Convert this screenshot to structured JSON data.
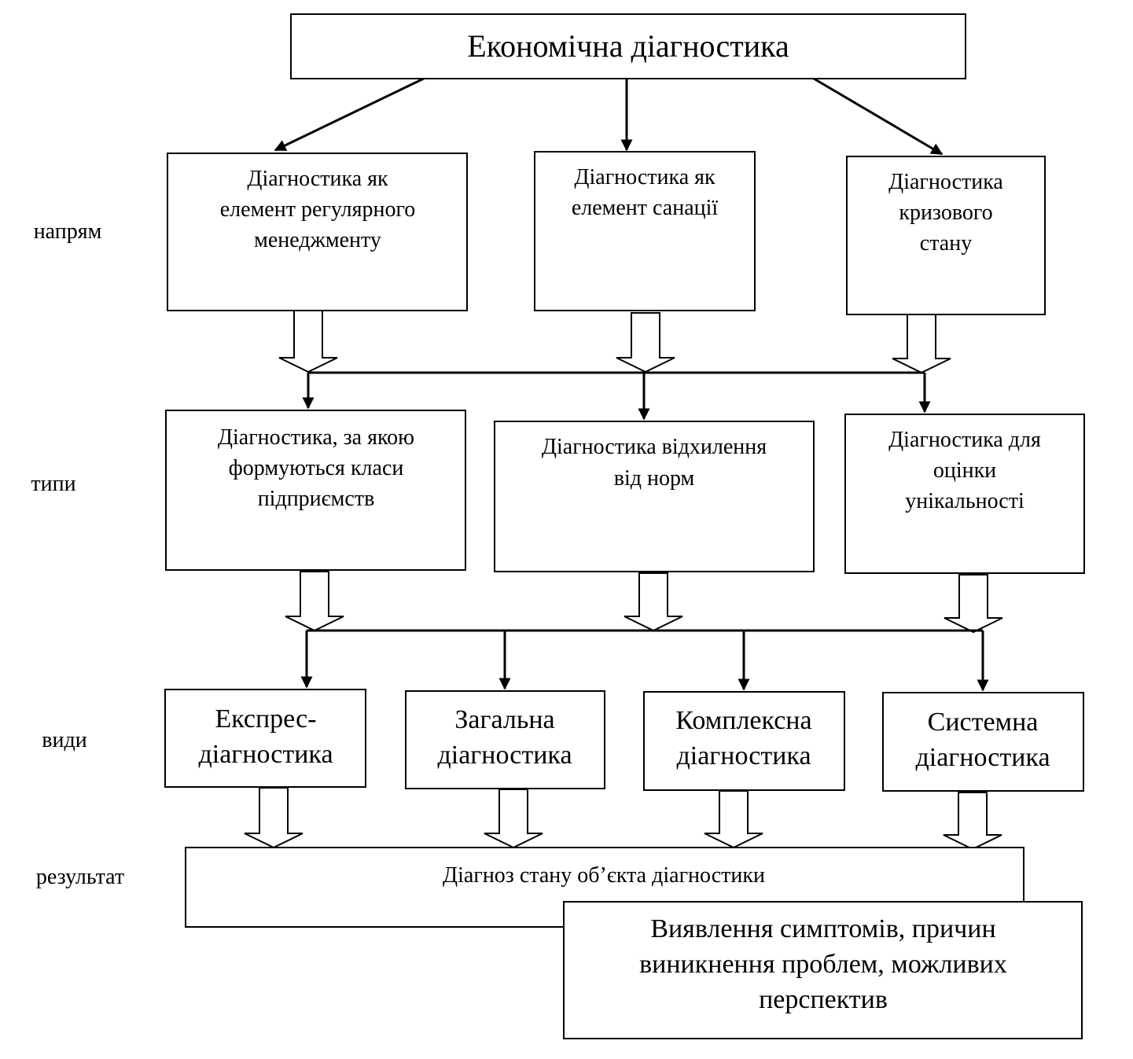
{
  "title": "Економічна діагностика",
  "row_labels": {
    "directions": "напрям",
    "types": "типи",
    "kinds": "види",
    "result": "результат"
  },
  "directions": [
    [
      "Діагностика як",
      "елемент регулярного",
      "менеджменту"
    ],
    [
      "Діагностика як",
      "елемент санації"
    ],
    [
      "Діагностика",
      "кризового",
      "стану"
    ]
  ],
  "types": [
    [
      "Діагностика, за якою",
      "формуються класи",
      "підприємств"
    ],
    [
      "Діагностика відхилення",
      "від норм"
    ],
    [
      "Діагностика для",
      "оцінки",
      "унікальності"
    ]
  ],
  "kinds": [
    [
      "Експрес-",
      "діагностика"
    ],
    [
      "Загальна",
      "діагностика"
    ],
    [
      "Комплексна",
      "діагностика"
    ],
    [
      "Системна",
      "діагностика"
    ]
  ],
  "result": {
    "main": "Діагноз стану об’єкта діагностики",
    "detail": [
      "Виявлення симптомів, причин",
      "виникнення проблем, можливих",
      "перспектив"
    ]
  }
}
